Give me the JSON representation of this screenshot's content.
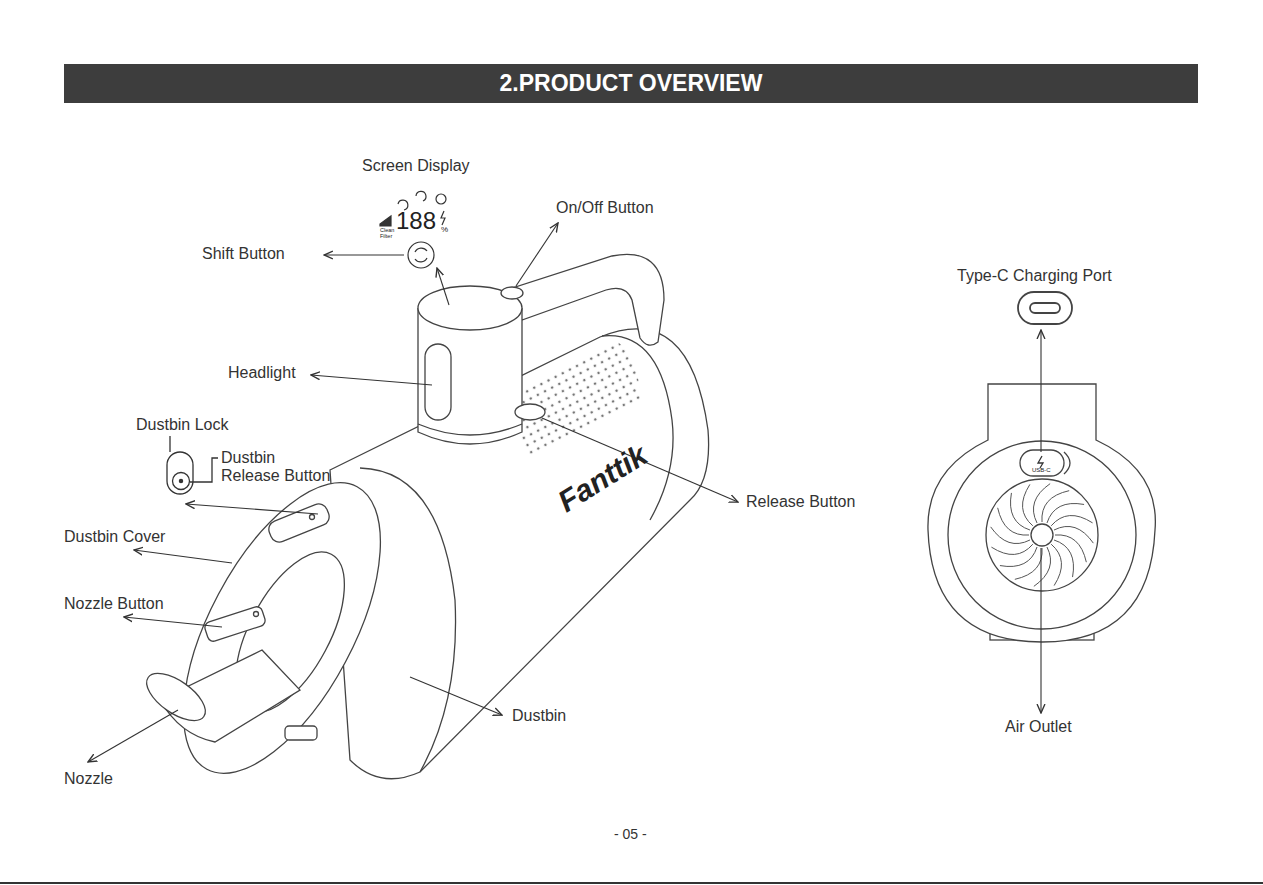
{
  "diagram": {
    "title": "2.PRODUCT OVERVIEW",
    "labels": [
      "Screen Display",
      "On/Off Button",
      "Shift Button",
      "Headlight",
      "Dustbin Lock",
      "Dustbin Release Button",
      "Dustbin Cover",
      "Nozzle Button",
      "Nozzle",
      "Dustbin",
      "Release Button",
      "Type-C Charging Port",
      "Air Outlet",
      "Fanttik",
      "188",
      "%",
      "Clean Filter",
      "USB-C",
      "- 05 -"
    ]
  }
}
